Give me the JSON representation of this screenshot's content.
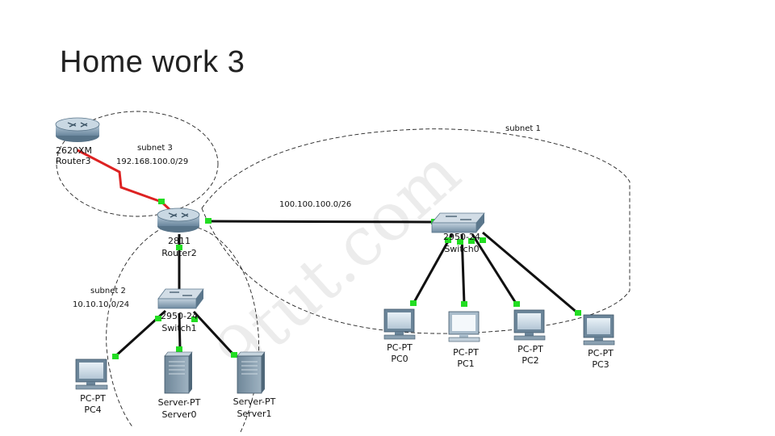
{
  "slide": {
    "title": "Home work 3"
  },
  "watermark": "9tut.com",
  "subnets": {
    "s1": {
      "name": "subnet 1",
      "ip": "100.100.100.0/26"
    },
    "s2": {
      "name": "subnet 2",
      "ip": "10.10.10.0/24"
    },
    "s3": {
      "name": "subnet 3",
      "ip": "192.168.100.0/29"
    }
  },
  "devices": {
    "router3": {
      "model": "2620XM",
      "name": "Router3"
    },
    "router2": {
      "model": "2811",
      "name": "Router2"
    },
    "switch0": {
      "model": "2950-24",
      "name": "Switch0"
    },
    "switch1": {
      "model": "2950-24",
      "name": "Switch1"
    },
    "pc0": {
      "model": "PC-PT",
      "name": "PC0"
    },
    "pc1": {
      "model": "PC-PT",
      "name": "PC1"
    },
    "pc2": {
      "model": "PC-PT",
      "name": "PC2"
    },
    "pc3": {
      "model": "PC-PT",
      "name": "PC3"
    },
    "pc4": {
      "model": "PC-PT",
      "name": "PC4"
    },
    "server0": {
      "model": "Server-PT",
      "name": "Server0"
    },
    "server1": {
      "model": "Server-PT",
      "name": "Server1"
    }
  },
  "colors": {
    "serial_link": "#dd2222",
    "ethernet_link": "#111111",
    "port_up": "#22dd22",
    "boundary": "#222222"
  }
}
